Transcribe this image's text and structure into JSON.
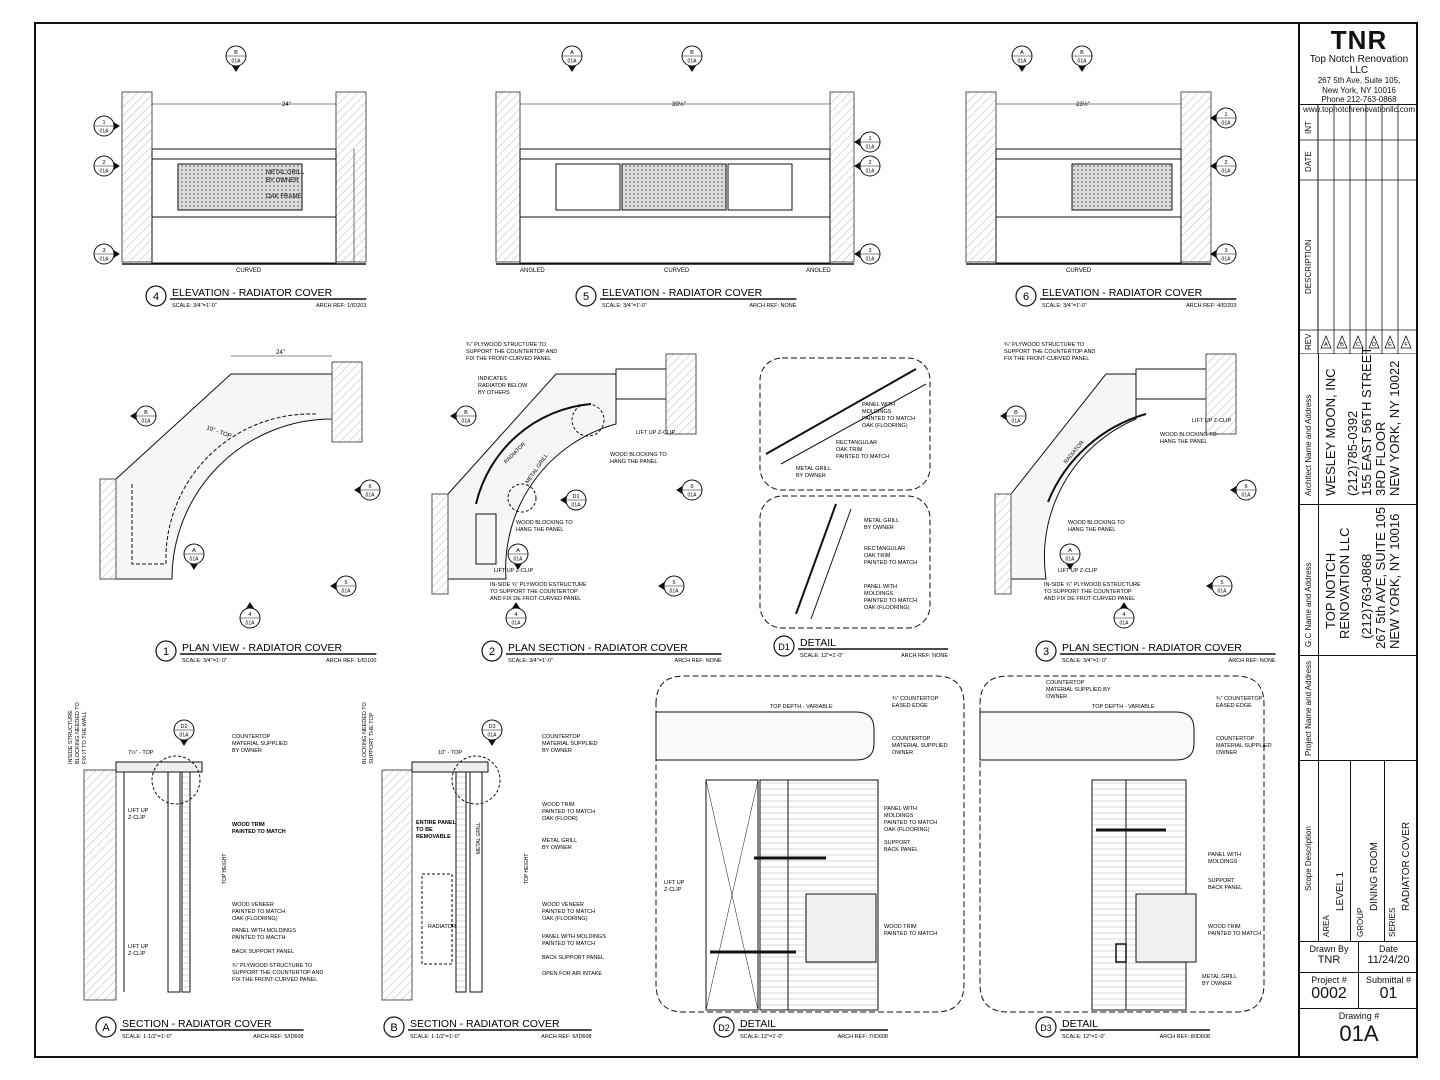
{
  "title_block": {
    "logo": "TNR",
    "company": "Top Notch Renovation LLC",
    "address1": "267 5th Ave, Suite 105,",
    "address2": "New York, NY 10016",
    "phone": "Phone 212-763-0868",
    "website": "www.topnotchrenovationllc.com",
    "col_int": "INT",
    "col_date": "DATE",
    "col_description": "DESCRIPTION",
    "col_rev": "REV",
    "rev_marks": [
      "A",
      "B",
      "C",
      "D",
      "E",
      "F"
    ],
    "architect_label": "Architect Name and Address",
    "architect_lines": [
      "WESLEY MOON, INC",
      "(212)785-0392",
      "155 EAST 56TH STREET",
      "3RD FLOOR",
      "NEW YORK, NY 10022"
    ],
    "gc_label": "G.C Name and Address",
    "gc_lines": [
      "TOP NOTCH",
      "RENOVATION LLC",
      "(212)763-0868",
      "267 5th AVE, SUITE 105",
      "NEW YORK, NY 10016"
    ],
    "project_label": "Project Name and Address",
    "scope_label": "Scope Description",
    "area_label": "AREA",
    "area_value": "LEVEL 1",
    "group_label": "GROUP",
    "group_value": "DINING ROOM",
    "series_label": "SERIES",
    "series_value": "RADIATOR COVER",
    "drawn_by_label": "Drawn By",
    "drawn_by": "TNR",
    "date_label": "Date",
    "date": "11/24/20",
    "project_no_label": "Project #",
    "project_no": "0002",
    "submittal_label": "Submittal #",
    "submittal": "01",
    "drawing_label": "Drawing #",
    "drawing_no": "01A"
  },
  "views": [
    {
      "num": "4",
      "title": "ELEVATION - RADIATOR COVER",
      "scale": "SCALE: 3/4\"=1'-0\"",
      "ref": "ARCH REF: 1/ID203"
    },
    {
      "num": "5",
      "title": "ELEVATION - RADIATOR COVER",
      "scale": "SCALE: 3/4\"=1'-0\"",
      "ref": "ARCH REF: NONE"
    },
    {
      "num": "6",
      "title": "ELEVATION - RADIATOR COVER",
      "scale": "SCALE: 3/4\"=1'-0\"",
      "ref": "ARCH REF: 4/ID203"
    },
    {
      "num": "1",
      "title": "PLAN VIEW - RADIATOR COVER",
      "scale": "SCALE: 3/4\"=1'-0\"",
      "ref": "ARCH REF: 1/ID100"
    },
    {
      "num": "2",
      "title": "PLAN SECTION - RADIATOR COVER",
      "scale": "SCALE: 3/4\"=1'-0\"",
      "ref": "ARCH REF: NONE"
    },
    {
      "num": "D1",
      "title": "DETAIL",
      "scale": "SCALE: 12\"=1'-0\"",
      "ref": "ARCH REF: NONE"
    },
    {
      "num": "3",
      "title": "PLAN SECTION - RADIATOR COVER",
      "scale": "SCALE: 3/4\"=1'-0\"",
      "ref": "ARCH REF: NONE"
    },
    {
      "num": "A",
      "title": "SECTION - RADIATOR COVER",
      "scale": "SCALE: 1-1/2\"=1'-0\"",
      "ref": "ARCH REF: 5/ID608"
    },
    {
      "num": "B",
      "title": "SECTION - RADIATOR COVER",
      "scale": "SCALE: 1-1/2\"=1'-0\"",
      "ref": "ARCH REF: 6/ID608"
    },
    {
      "num": "D2",
      "title": "DETAIL",
      "scale": "SCALE: 12\"=1'-0\"",
      "ref": "ARCH REF: 7/ID608"
    },
    {
      "num": "D3",
      "title": "DETAIL",
      "scale": "SCALE: 12\"=1'-0\"",
      "ref": "ARCH REF: 8/ID608"
    }
  ],
  "sheet_ref": "01A",
  "dims": {
    "e4_width": "24\"",
    "e4_curved": "CURVED",
    "e5_width": "39½\"",
    "e5_angled": "ANGLED",
    "e5_curved": "CURVED",
    "e6_width": "23½\"",
    "e6_curved": "CURVED",
    "p1_width": "24\"",
    "p1_top": "10\" - TOP",
    "a_top": "7½\" - TOP",
    "b_top": "10\" - TOP",
    "top_height": "TOP HEIGHT",
    "top_depth": "TOP DEPTH - VARIABLE"
  },
  "notes": {
    "e4": [
      "METAL GRILL",
      "BY OWNER",
      "OAK FRAME"
    ],
    "p2_structure": [
      "¾\" PLYWOOD STRUCTURE TO",
      "SUPPORT THE COUNTERTOP AND",
      "FIX THE FRONT-CURVED PANEL"
    ],
    "p2_radiator": [
      "INDICATES",
      "RADIATOR BELOW",
      "BY OTHERS"
    ],
    "p2_radiator_tag": "RADIATOR",
    "p2_grill_tag": "METAL GRILL",
    "p2_zclip": "LIFT UP Z-CLIP",
    "p2_blocking": [
      "WOOD BLOCKING TO",
      "HANG THE PANEL"
    ],
    "p2_inside": [
      "IN-SIDE ¾\" PLYWOOD ESTRUCTURE",
      "TO SUPPORT THE COUNTERTOP",
      "AND FIX DE FROT-CURVED PANEL"
    ],
    "d1_panel": [
      "PANEL WITH",
      "MOLDINGS",
      "PAINTED TO MATCH",
      "OAK (FLOORING)"
    ],
    "d1_rect": [
      "RECTANGULAR",
      "OAK TRIM",
      "PAINTED TO MATCH"
    ],
    "d1_grill": [
      "METAL GRILL",
      "BY OWNER"
    ],
    "sa_inside": [
      "INSIDE STRUCTURE",
      "BLOCKING NEEDED TO",
      "FIX IT TO THE WALL"
    ],
    "sa_counter": [
      "COUNTERTOP",
      "MATERIAL SUPPLIED",
      "BY OWNER"
    ],
    "sa_trim": [
      "WOOD TRIM",
      "PAINTED TO MATCH"
    ],
    "sa_veneer": [
      "WOOD VENEER",
      "PAINTED TO MATCH",
      "OAK (FLOORING)"
    ],
    "sa_panel": [
      "PANEL WITH MOLDINGS",
      "PAINTED TO MACTH"
    ],
    "sa_back": "BACK SUPPORT PANEL",
    "sa_ply": [
      "¾\" PLYWOOD STRUCTURE TO",
      "SUPPORT THE COUNTERTOP AND",
      "FIX THE FRONT-CURVED PANEL"
    ],
    "sa_lift": [
      "LIFT UP",
      "Z-CLIP"
    ],
    "sb_blocking": [
      "BLOCKING NEEDED TO",
      "SUPPORT THE TOP"
    ],
    "sb_trim": [
      "WOOD TRIM",
      "PAINTED TO MATCH",
      "OAK (FLOOR)"
    ],
    "sb_grill": [
      "METAL GRILL",
      "BY OWNER"
    ],
    "sb_removable": [
      "ENTIRE PANEL",
      "TO BE",
      "REMOVABLE"
    ],
    "sb_radiator": "RADIATOR",
    "sb_air": "OPEN FOR AIR INTAKE",
    "sb_metal": "METAL GRILL",
    "d2_counter": [
      "¾\" COUNTERTOP",
      "EASED EDGE"
    ],
    "d2_material": [
      "COUNTERTOP",
      "MATERIAL SUPPLIED",
      "OWNER"
    ],
    "d2_panel": [
      "PANEL WITH",
      "MOLDINGS",
      "PAINTED TO MATCH",
      "OAK (FLOORING)"
    ],
    "d2_support": [
      "SUPPORT",
      "BACK PANEL"
    ],
    "d2_trim": [
      "WOOD TRIM",
      "PAINTED TO MATCH"
    ],
    "d3_material": [
      "COUNTERTOP",
      "MATERIAL SUPPLIED BY",
      "OWNER"
    ],
    "d3_panel": [
      "PANEL WITH",
      "MOLDINGS"
    ],
    "d3_grill": [
      "METAL GRILL",
      "BY OWNER"
    ]
  }
}
